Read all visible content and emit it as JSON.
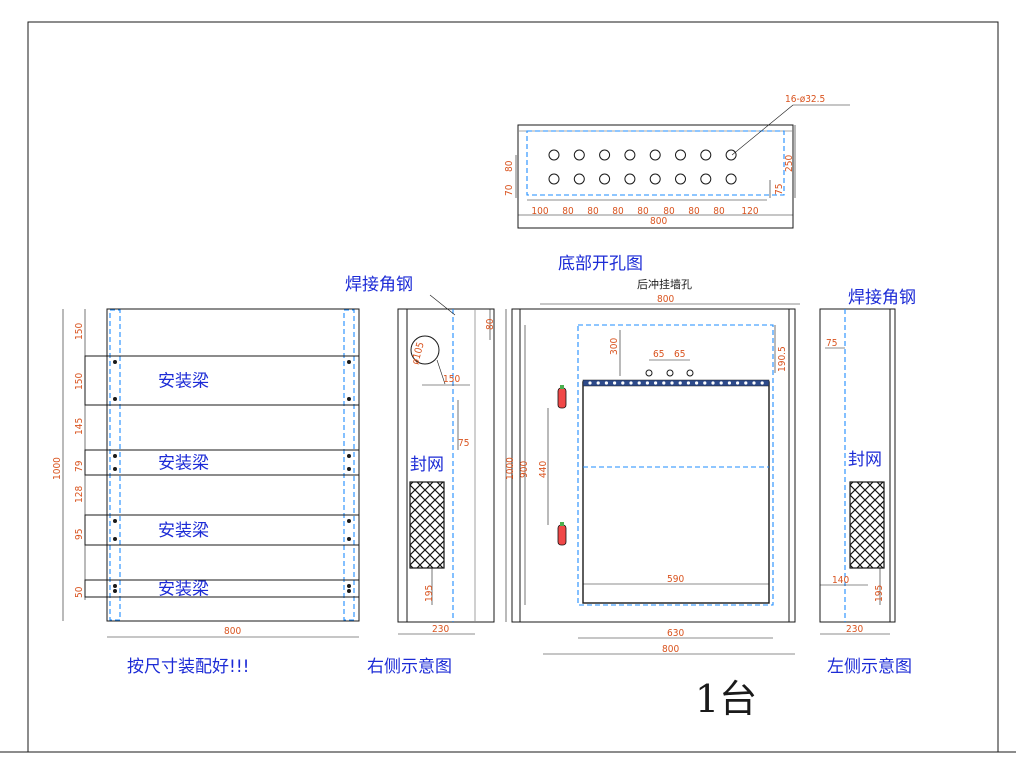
{
  "bottom_view": {
    "title": "底部开孔图",
    "callout": "16-ø32.5",
    "dims_bottom": [
      "100",
      "80",
      "80",
      "80",
      "80",
      "80",
      "80",
      "80",
      "120"
    ],
    "total": "800",
    "left_dims": [
      "70",
      "80"
    ],
    "right_dims": [
      "250",
      "75"
    ]
  },
  "front_view": {
    "top_label": "后冲挂墙孔",
    "top_dim": "800",
    "inner_dims": [
      "65",
      "65"
    ],
    "right_dim": "190.5",
    "left_dim_inner": "300",
    "height_outer": "1000",
    "height_inner": "900",
    "height_mid": "440",
    "inner_width": "590",
    "width_630": "630",
    "width_800": "800"
  },
  "install_view": {
    "beam_label": "安装梁",
    "height": "1000",
    "width": "800",
    "dims": [
      "150",
      "150",
      "145",
      "79",
      "128",
      "95",
      "50"
    ],
    "note": "按尺寸装配好!!!"
  },
  "right_side": {
    "title": "右侧示意图",
    "weld_label": "焊接角钢",
    "mesh_label": "封网",
    "hole_dim": "ø105",
    "dims": [
      "80",
      "150",
      "75",
      "195",
      "230"
    ]
  },
  "left_side": {
    "title": "左侧示意图",
    "weld_label": "焊接角钢",
    "mesh_label": "封网",
    "dims": [
      "75",
      "140",
      "195",
      "230"
    ]
  },
  "quantity": "1台"
}
